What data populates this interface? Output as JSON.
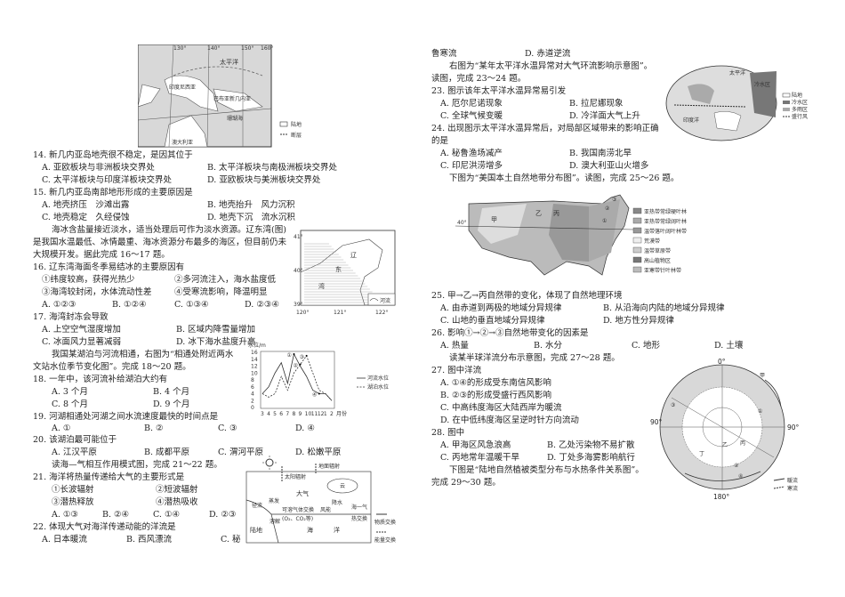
{
  "map_newguinea": {
    "labels": [
      "太平洋",
      "印度尼西亚",
      "巴布亚新几内亚",
      "珊瑚海",
      "澳大利亚"
    ],
    "lon_ticks": [
      "130°",
      "140°",
      "150°",
      "160°"
    ],
    "legend": [
      "陆地",
      "断层"
    ]
  },
  "q14": {
    "stem": "14. 新几内亚岛地壳很不稳定，是因其位于",
    "A": "A. 亚欧板块与非洲板块交界处",
    "B": "B. 太平洋板块与南极洲板块交界处",
    "C": "C. 太平洋板块与印度洋板块交界处",
    "D": "D. 亚欧板块与美洲板块交界处"
  },
  "q15": {
    "stem": "15. 新几内亚岛南部地形形成的主要原因是",
    "A": "A. 地壳挤压　沙滩出露",
    "B": "B. 地壳抬升　风力沉积",
    "C": "C. 地壳稳定　久经侵蚀",
    "D": "D. 地壳下沉　流水沉积"
  },
  "passage16": [
    "海冰含盐量接近淡水，适当处理后可作为淡水资源。辽东湾(图)",
    "是我国水温最低、冰情最重、海冰资源分布最多的海区，但目前仍未",
    "大规模开发。据此完成 16～17 题。"
  ],
  "map_liaodong": {
    "labels": [
      "辽",
      "东",
      "湾"
    ],
    "lat_ticks": [
      "41°",
      "40°",
      "39°"
    ],
    "lon_ticks": [
      "120°",
      "121°",
      "122°"
    ],
    "legend": "河流"
  },
  "q16": {
    "stem": "16. 辽东湾海面冬季易结冰的主要原因有",
    "i1": "①纬度较高，获得光热少",
    "i2": "②多河流注入，海水盐度低",
    "i3": "③海湾较封闭，水体流动性差",
    "i4": "④受寒流影响，降温明显",
    "A": "A. ①②③",
    "B": "B. ①②④",
    "C": "C. ①③④",
    "D": "D. ②③④"
  },
  "q17": {
    "stem": "17. 海湾封冻会导致",
    "A": "A. 上空空气湿度增加",
    "B": "B. 区域内降雪量增加",
    "C": "C. 冰面风力显著减弱",
    "D": "D. 冰下海水盐度升高"
  },
  "passage18": [
    "我国某湖泊与河流相通，右图为“相通处附近两水",
    "文站水位季节变化图”。完成 18～20 题。"
  ],
  "q18": {
    "stem": "18. 一年中，该河流补给湖泊大约有",
    "A": "A. 3 个月",
    "B": "B. 4 个月",
    "C": "C. 8 个月",
    "D": "D. 9 个月"
  },
  "q19": {
    "stem": "19. 河湖相通处河湖之间水流速度最快的时间点是",
    "A": "A. ①",
    "B": "B. ②",
    "C": "C. ③",
    "D": "D. ④"
  },
  "q20": {
    "stem": "20. 该湖泊最可能位于",
    "A": "A. 江汉平原",
    "B": "B. 成都平原",
    "C": "C. 渭河平原",
    "D": "D. 松嫩平原"
  },
  "passage21": "读海—气相互作用模式图，完成 21～22 题。",
  "q21": {
    "stem": "21. 海洋将热量传递给大气的主要形式是",
    "i1": "①长波辐射",
    "i2": "②短波辐射",
    "i3": "③潜热释放",
    "i4": "④潜热吸收",
    "A": "A. ①③",
    "B": "B. ②④",
    "C": "C. ①④",
    "D": "D. ②③"
  },
  "q22": {
    "stem": "22. 体现大气对海洋传递动能的洋流是",
    "A": "A. 日本暖流",
    "B": "B. 西风漂流",
    "C": "C. 秘",
    "C2": "鲁寒流",
    "D": "D. 赤道逆流"
  },
  "diagram_seaair": {
    "labels": [
      "太阳辐射",
      "地面辐射",
      "云",
      "大气",
      "径流",
      "蒸发",
      "降水",
      "溶解",
      "可溶气体交换",
      "(O₂、CO₂等)",
      "风能",
      "海一气",
      "热交换",
      "陆地",
      "海",
      "洋"
    ],
    "legend": [
      "物质交换",
      "能量交换"
    ]
  },
  "chart_data": {
    "type": "line",
    "ylabel": "水位/m",
    "xlabel": "月份",
    "ylim": [
      0,
      16
    ],
    "y_ticks": [
      0,
      2,
      4,
      6,
      8,
      10,
      12,
      14,
      16
    ],
    "categories": [
      "3",
      "4",
      "5",
      "6",
      "7",
      "8",
      "9",
      "10",
      "11",
      "12",
      "1",
      "2"
    ],
    "series": [
      {
        "name": "河流水位",
        "style": "solid",
        "values": [
          4,
          6,
          10,
          13,
          7,
          15.5,
          12,
          9,
          5,
          4,
          4,
          2
        ]
      },
      {
        "name": "湖泊水位",
        "style": "dashed",
        "values": [
          4,
          3,
          4,
          9,
          5,
          10,
          12.5,
          15,
          10,
          5,
          4,
          2
        ]
      }
    ],
    "annotations": [
      {
        "label": "①",
        "x": "8",
        "y": 15.5
      },
      {
        "label": "②",
        "x": "9",
        "y": 12.5
      },
      {
        "label": "③",
        "x": "10",
        "y": 15
      },
      {
        "label": "④",
        "x": "12",
        "y": 4
      }
    ],
    "legend": "right"
  },
  "passage23": [
    "右图为“某年太平洋水温异常对大气环流影响示意图”。",
    "读图，完成 23～24 题。"
  ],
  "map_enso": {
    "labels": [
      "太平洋",
      "印度洋",
      "冷水区"
    ],
    "legend": [
      "陆地",
      "冷水区",
      "多雨区",
      "盛行风"
    ]
  },
  "q23": {
    "stem": "23. 图示该年太平洋水温异常易引发",
    "A": "A. 厄尔尼诺现象",
    "B": "B. 拉尼娜现象",
    "C": "C. 全球气候变暖",
    "D": "D. 冷洋面大气上升"
  },
  "q24": {
    "stem": "24. 出现图示太平洋水温异常后，对局部区域带来的影响正确",
    "stem2": "的是",
    "A": "A. 秘鲁渔场减产",
    "B": "B. 我国南涝北旱",
    "C": "C. 印尼洪涝增多",
    "D": "D. 澳大利亚山火增多"
  },
  "passage25": "下图为“美国本土自然地带分布图”。读图，完成 25～26 题。",
  "map_us": {
    "labels": [
      "甲",
      "乙",
      "丙",
      "①",
      "②",
      "③",
      "40°"
    ],
    "legend": [
      "亚热带常绿硬叶林带",
      "亚热带常绿阔叶林带",
      "温带落叶阔叶林带",
      "荒漠带",
      "温带草原带",
      "高山植物区",
      "亚寒带针叶林带"
    ]
  },
  "q25": {
    "stem": "25. 甲→乙→丙自然带的变化，体现了自然地理环境",
    "A": "A. 由赤道到两极的地域分异规律",
    "B": "B. 从沿海向内陆的地域分异规律",
    "C": "C. 山地的垂直地域分异规律",
    "D": "D. 地方性分异规律"
  },
  "q26": {
    "stem": "26. 影响①→②→③自然地带变化的因素是",
    "A": "A. 热量",
    "B": "B. 水分",
    "C": "C. 地形",
    "D": "D. 土壤"
  },
  "passage27": "读某半球洋流分布示意图，完成 27～28 题。",
  "q27": {
    "stem": "27. 图中洋流",
    "A": "A. ①④的形成受东南信风影响",
    "B": "B. ②③的形成受盛行西风影响",
    "C": "C. 中高纬度海区大陆西岸为暖流",
    "D": "D. 在中低纬度海区呈逆时针方向流动"
  },
  "q28": {
    "stem": "28. 图中",
    "A": "A. 甲海区风急浪高",
    "B": "B. 乙处污染物不易扩散",
    "C": "C. 丙地常年温暖干旱",
    "D": "D. 丁处多海雾影响航行"
  },
  "passage29": [
    "下图是“陆地自然植被类型分布与水热条件关系图”。",
    "完成 29～30 题。"
  ],
  "map_polar": {
    "labels": [
      "0°",
      "90°",
      "180°",
      "90°",
      "甲",
      "乙",
      "丙",
      "丁",
      "①",
      "②",
      "③",
      "④"
    ],
    "legend": [
      "暖流",
      "寒流"
    ]
  }
}
